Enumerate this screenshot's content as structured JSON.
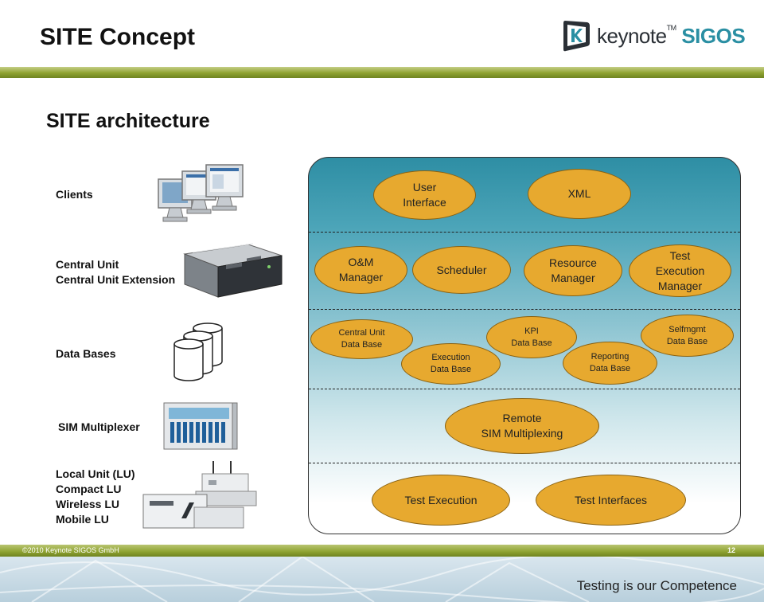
{
  "header": {
    "title": "SITE Concept"
  },
  "logo": {
    "word": "keynote",
    "tm": "TM",
    "brand": "SIGOS"
  },
  "subtitle": "SITE architecture",
  "rows": {
    "clients": "Clients",
    "central": "Central Unit\nCentral Unit Extension",
    "databases": "Data Bases",
    "simmux": "SIM Multiplexer",
    "lu": "Local Unit (LU)\nCompact LU\nWireless LU\nMobile LU"
  },
  "nodes": {
    "user_interface": "User\nInterface",
    "xml": "XML",
    "om_manager": "O&M\nManager",
    "scheduler": "Scheduler",
    "resource_manager": "Resource\nManager",
    "test_exec_manager": "Test\nExecution\nManager",
    "central_unit_db": "Central Unit\nData Base",
    "kpi_db": "KPI\nData Base",
    "selfmgmt_db": "Selfmgmt\nData Base",
    "execution_db": "Execution\nData Base",
    "reporting_db": "Reporting\nData Base",
    "remote_sim": "Remote\nSIM Multiplexing",
    "test_execution": "Test Execution",
    "test_interfaces": "Test Interfaces"
  },
  "footer": {
    "copyright": "©2010 Keynote SIGOS GmbH",
    "page": "12",
    "tagline": "Testing is our Competence"
  },
  "colors": {
    "accent_green": "#8ea230",
    "node_fill": "#e7a92f",
    "teal": "#2e8ea4"
  }
}
